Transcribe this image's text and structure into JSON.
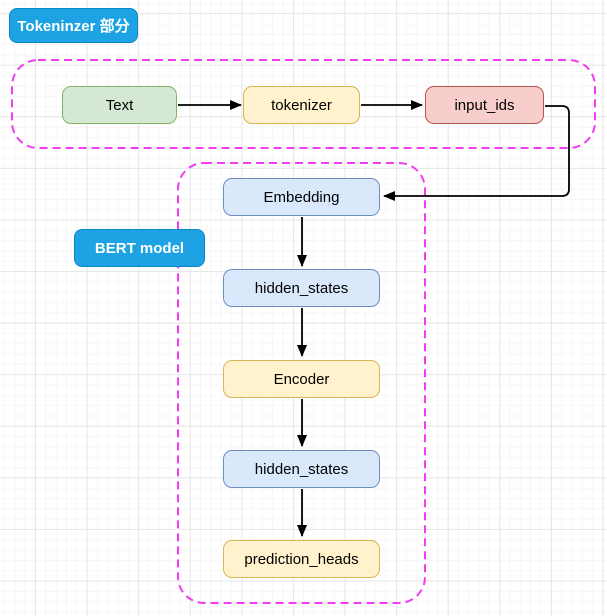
{
  "sections": [
    {
      "label": "Tokeninzer 部分"
    },
    {
      "label": "BERT model"
    }
  ],
  "nodes": {
    "text": {
      "label": "Text"
    },
    "tokenizer": {
      "label": "tokenizer"
    },
    "input_ids": {
      "label": "input_ids"
    },
    "embedding": {
      "label": "Embedding"
    },
    "hidden_states_1": {
      "label": "hidden_states"
    },
    "encoder": {
      "label": "Encoder"
    },
    "hidden_states_2": {
      "label": "hidden_states"
    },
    "prediction_heads": {
      "label": "prediction_heads"
    }
  },
  "edges": [
    {
      "from": "Text",
      "to": "tokenizer"
    },
    {
      "from": "tokenizer",
      "to": "input_ids"
    },
    {
      "from": "input_ids",
      "to": "Embedding"
    },
    {
      "from": "Embedding",
      "to": "hidden_states"
    },
    {
      "from": "hidden_states",
      "to": "Encoder"
    },
    {
      "from": "Encoder",
      "to": "hidden_states"
    },
    {
      "from": "hidden_states",
      "to": "prediction_heads"
    }
  ],
  "colors": {
    "section_label_bg": "#1da2e3",
    "section_label_border": "#0d87c5",
    "section_label_text": "#ffffff",
    "group_container_dash": "#f23bf2",
    "node_green_fill": "#d5e8d4",
    "node_green_border": "#82b366",
    "node_yellow_fill": "#fff2cc",
    "node_yellow_border": "#d6b656",
    "node_red_fill": "#f8cecc",
    "node_red_border": "#b85450",
    "node_blue_fill": "#dae8fc",
    "node_blue_border": "#6c8ebf",
    "arrow": "#000000"
  }
}
